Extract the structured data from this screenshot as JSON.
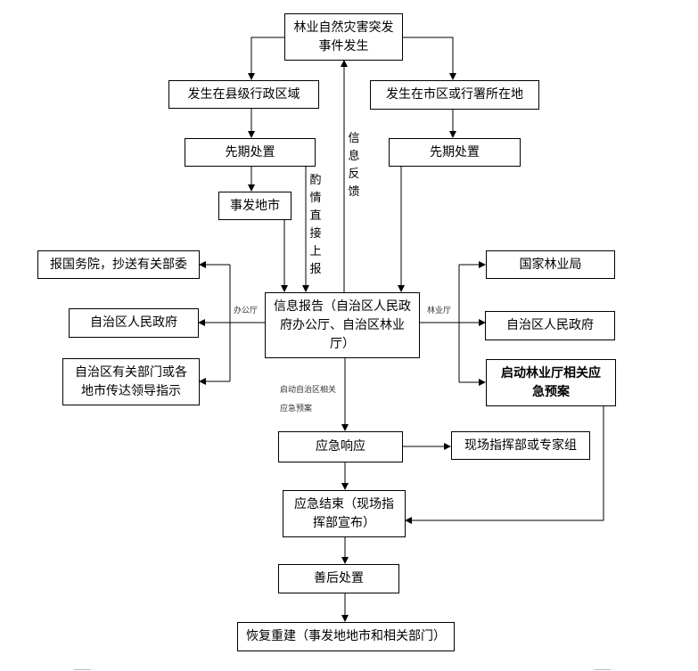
{
  "diagram": {
    "nodes": {
      "start": "林业自然灾害突发事件发生",
      "county": "发生在县级行政区域",
      "city_area": "发生在市区或行署所在地",
      "initial_left": "先期处置",
      "initial_right": "先期处置",
      "incident_city": "事发地市",
      "report": "信息报告（自治区人民政府办公厅、自治区林业厅）",
      "state_council": "报国务院，抄送有关部委",
      "gov_left": "自治区人民政府",
      "departments": "自治区有关部门或各地市传达领导指示",
      "forestry_bureau": "国家林业局",
      "gov_right": "自治区人民政府",
      "forestry_plan": "启动林业厅相关应急预案",
      "response": "应急响应",
      "command": "现场指挥部或专家组",
      "end": "应急结束（现场指挥部宣布）",
      "aftermath": "善后处置",
      "rebuild": "恢复重建（事发地地市和相关部门）"
    },
    "labels": {
      "direct_report": "酌情直接上报",
      "feedback": "信息反馈",
      "office": "办公厅",
      "forestry_dept": "林业厅",
      "activate_plan_line1": "启动自治区相关",
      "activate_plan_line2": "应急预案"
    }
  }
}
